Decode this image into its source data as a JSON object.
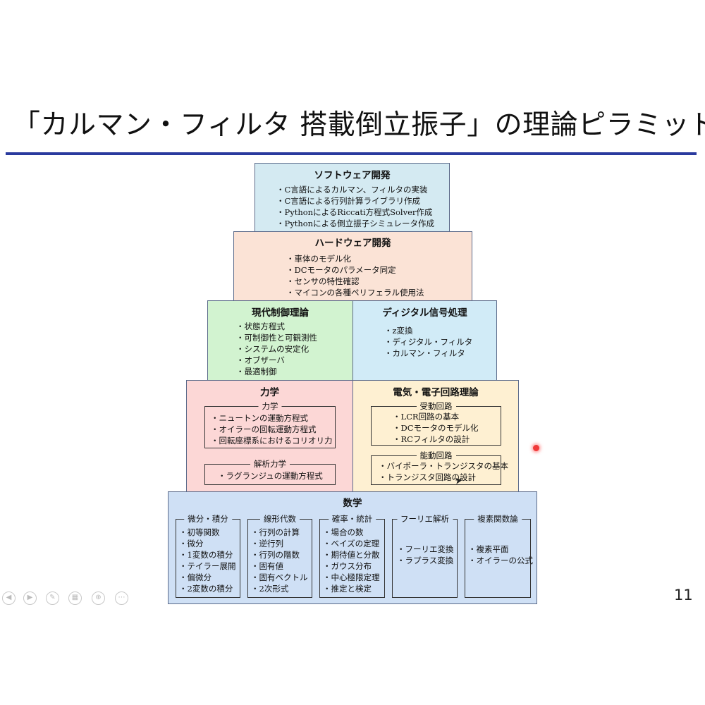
{
  "title": "「カルマン・フィルタ 搭載倒立振子」の理論ピラミッド",
  "page_number": "11",
  "pyramid": {
    "software": {
      "title": "ソフトウェア開発",
      "items": [
        "・C言語によるカルマン、フィルタの実装",
        "・C言語による行列計算ライブラリ作成",
        "・PythonによるRiccati方程式Solver作成",
        "・Pythonによる倒立振子シミュレータ作成"
      ]
    },
    "hardware": {
      "title": "ハードウェア開発",
      "items": [
        "・車体のモデル化",
        "・DCモータのパラメータ同定",
        "・センサの特性確認",
        "・マイコンの各種ペリフェラル使用法"
      ]
    },
    "control": {
      "title": "現代制御理論",
      "items": [
        "・状態方程式",
        "・可制御性と可観測性",
        "・システムの安定化",
        "・オブザーバ",
        "・最適制御"
      ]
    },
    "dsp": {
      "title": "ディジタル信号処理",
      "items": [
        "・z変換",
        "・ディジタル・フィルタ",
        "・カルマン・フィルタ"
      ]
    },
    "mechanics": {
      "title": "力学",
      "groups": [
        {
          "label": "力学",
          "items": [
            "・ニュートンの運動方程式",
            "・オイラーの回転運動方程式",
            "・回転座標系におけるコリオリ力"
          ]
        },
        {
          "label": "解析力学",
          "items": [
            "・ラグランジュの運動方程式"
          ]
        }
      ]
    },
    "circuit": {
      "title": "電気・電子回路理論",
      "groups": [
        {
          "label": "受動回路",
          "items": [
            "・LCR回路の基本",
            "・DCモータのモデル化",
            "・RCフィルタの設計"
          ]
        },
        {
          "label": "能動回路",
          "items": [
            "・バイポーラ・トランジスタの基本",
            "・トランジスタ回路の設計"
          ]
        }
      ]
    },
    "math": {
      "title": "数学",
      "groups": [
        {
          "label": "微分・積分",
          "items": [
            "・初等関数",
            "・微分",
            "・1変数の積分",
            "・テイラー展開",
            "・偏微分",
            "・2変数の積分"
          ]
        },
        {
          "label": "線形代数",
          "items": [
            "・行列の計算",
            "・逆行列",
            "・行列の階数",
            "・固有値",
            "・固有ベクトル",
            "・2次形式"
          ]
        },
        {
          "label": "確率・統計",
          "items": [
            "・場合の数",
            "・ベイズの定理",
            "・期待値と分散",
            "・ガウス分布",
            "・中心極限定理",
            "・推定と検定"
          ]
        },
        {
          "label": "フーリエ解析",
          "items": [
            "・フーリエ変換",
            "・ラプラス変換"
          ]
        },
        {
          "label": "複素関数論",
          "items": [
            "・複素平面",
            "・オイラーの公式"
          ]
        }
      ]
    }
  },
  "colors": {
    "title_rule": "#2a3a9e",
    "software": "#d4eaf2",
    "hardware": "#fbe3d6",
    "control": "#d2f3d0",
    "dsp": "#d1ebf7",
    "mechanics": "#fcd7d6",
    "circuit": "#fef0d2",
    "math": "#cfe0f5",
    "laser": "#f03a3a"
  },
  "slideshow_controls": [
    "prev-icon",
    "next-icon",
    "pen-icon",
    "slides-icon",
    "zoom-icon",
    "more-icon"
  ]
}
